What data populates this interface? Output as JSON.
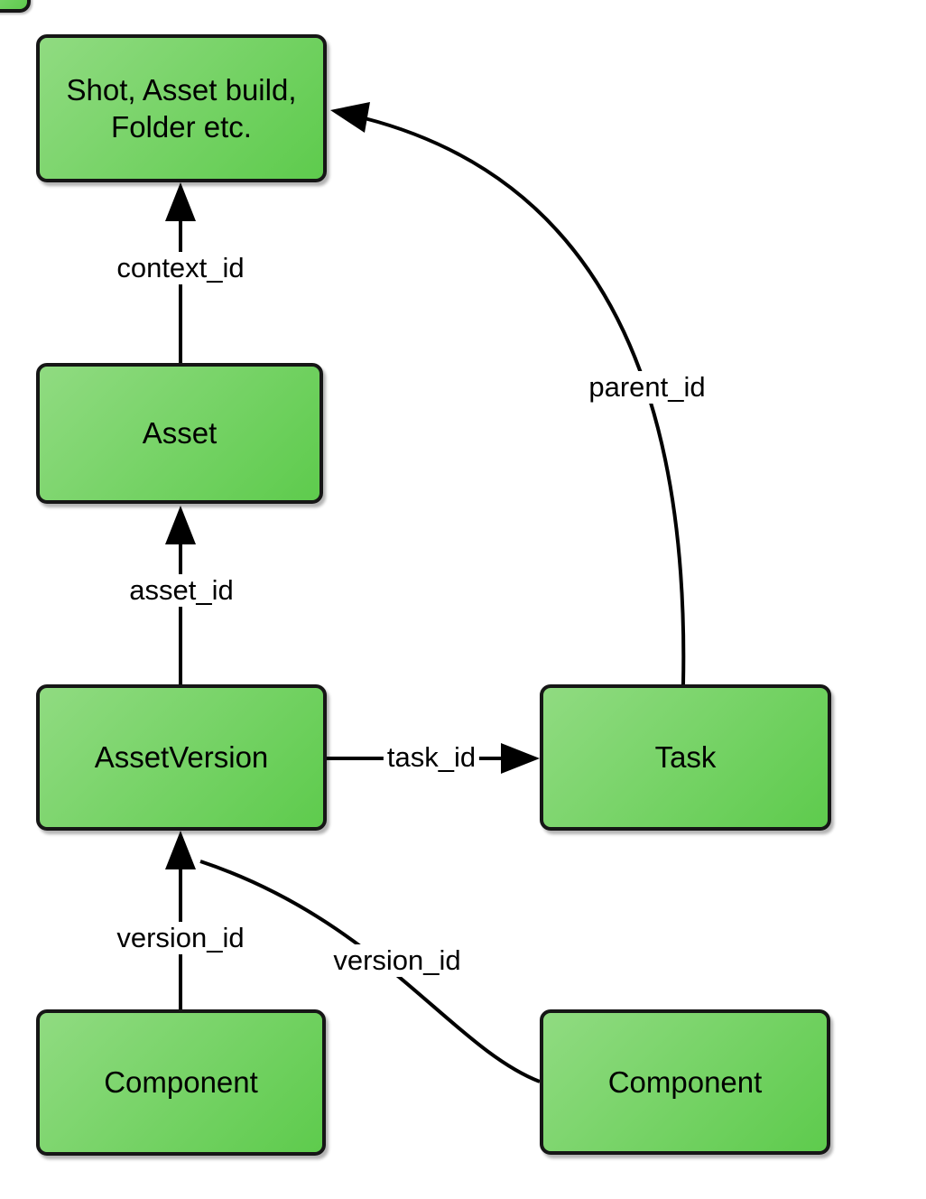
{
  "diagram": {
    "nodes": {
      "shot": {
        "label": "Shot, Asset build,\nFolder etc."
      },
      "asset": {
        "label": "Asset"
      },
      "asset_version": {
        "label": "AssetVersion"
      },
      "task": {
        "label": "Task"
      },
      "component_left": {
        "label": "Component"
      },
      "component_right": {
        "label": "Component"
      }
    },
    "edges": {
      "context_id": {
        "label": "context_id",
        "from": "asset",
        "to": "shot",
        "style": "straight-up-arrow"
      },
      "asset_id": {
        "label": "asset_id",
        "from": "asset_version",
        "to": "asset",
        "style": "straight-up-arrow"
      },
      "task_id": {
        "label": "task_id",
        "from": "asset_version",
        "to": "task",
        "style": "straight-right-arrow"
      },
      "parent_id": {
        "label": "parent_id",
        "from": "task",
        "to": "shot",
        "style": "curved-arrow"
      },
      "version_id_left": {
        "label": "version_id",
        "from": "component_left",
        "to": "asset_version",
        "style": "straight-up-arrow"
      },
      "version_id_right": {
        "label": "version_id",
        "from": "component_right",
        "to": "asset_version",
        "style": "curved-arrow"
      }
    },
    "colors": {
      "node_fill_light": "#90db81",
      "node_fill_dark": "#5ecb4d",
      "node_border": "#161616",
      "edge": "#000000",
      "background": "#ffffff"
    }
  }
}
